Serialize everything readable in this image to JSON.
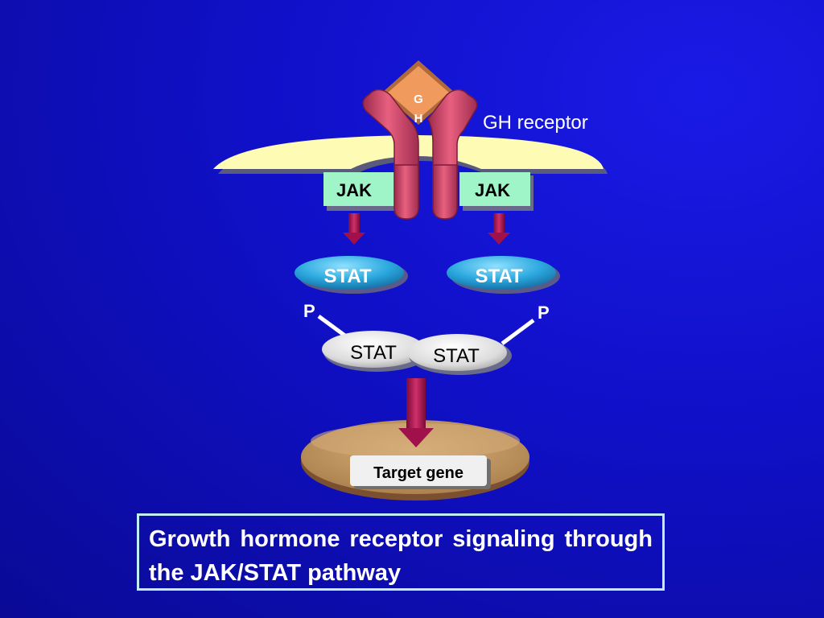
{
  "diagram": {
    "hormone_label": "GH",
    "receptor_label": "GH receptor",
    "kinase_left": "JAK",
    "kinase_right": "JAK",
    "stat_left": "STAT",
    "stat_right": "STAT",
    "phospho_left": "P",
    "phospho_right": "P",
    "dimer_left": "STAT",
    "dimer_right": "STAT",
    "target_label": "Target gene"
  },
  "caption": "Growth hormone receptor signaling through the JAK/STAT pathway",
  "colors": {
    "background": "#1010c8",
    "membrane": "#fefcb4",
    "receptor": "#d8486e",
    "hormone": "#e8925a",
    "jak_box": "#9ff5c8",
    "stat": "#29a6dc",
    "dimer": "#e6e6e6",
    "nucleus": "#c8a06a",
    "arrow": "#a0104a",
    "caption_border": "#bfeff5"
  }
}
